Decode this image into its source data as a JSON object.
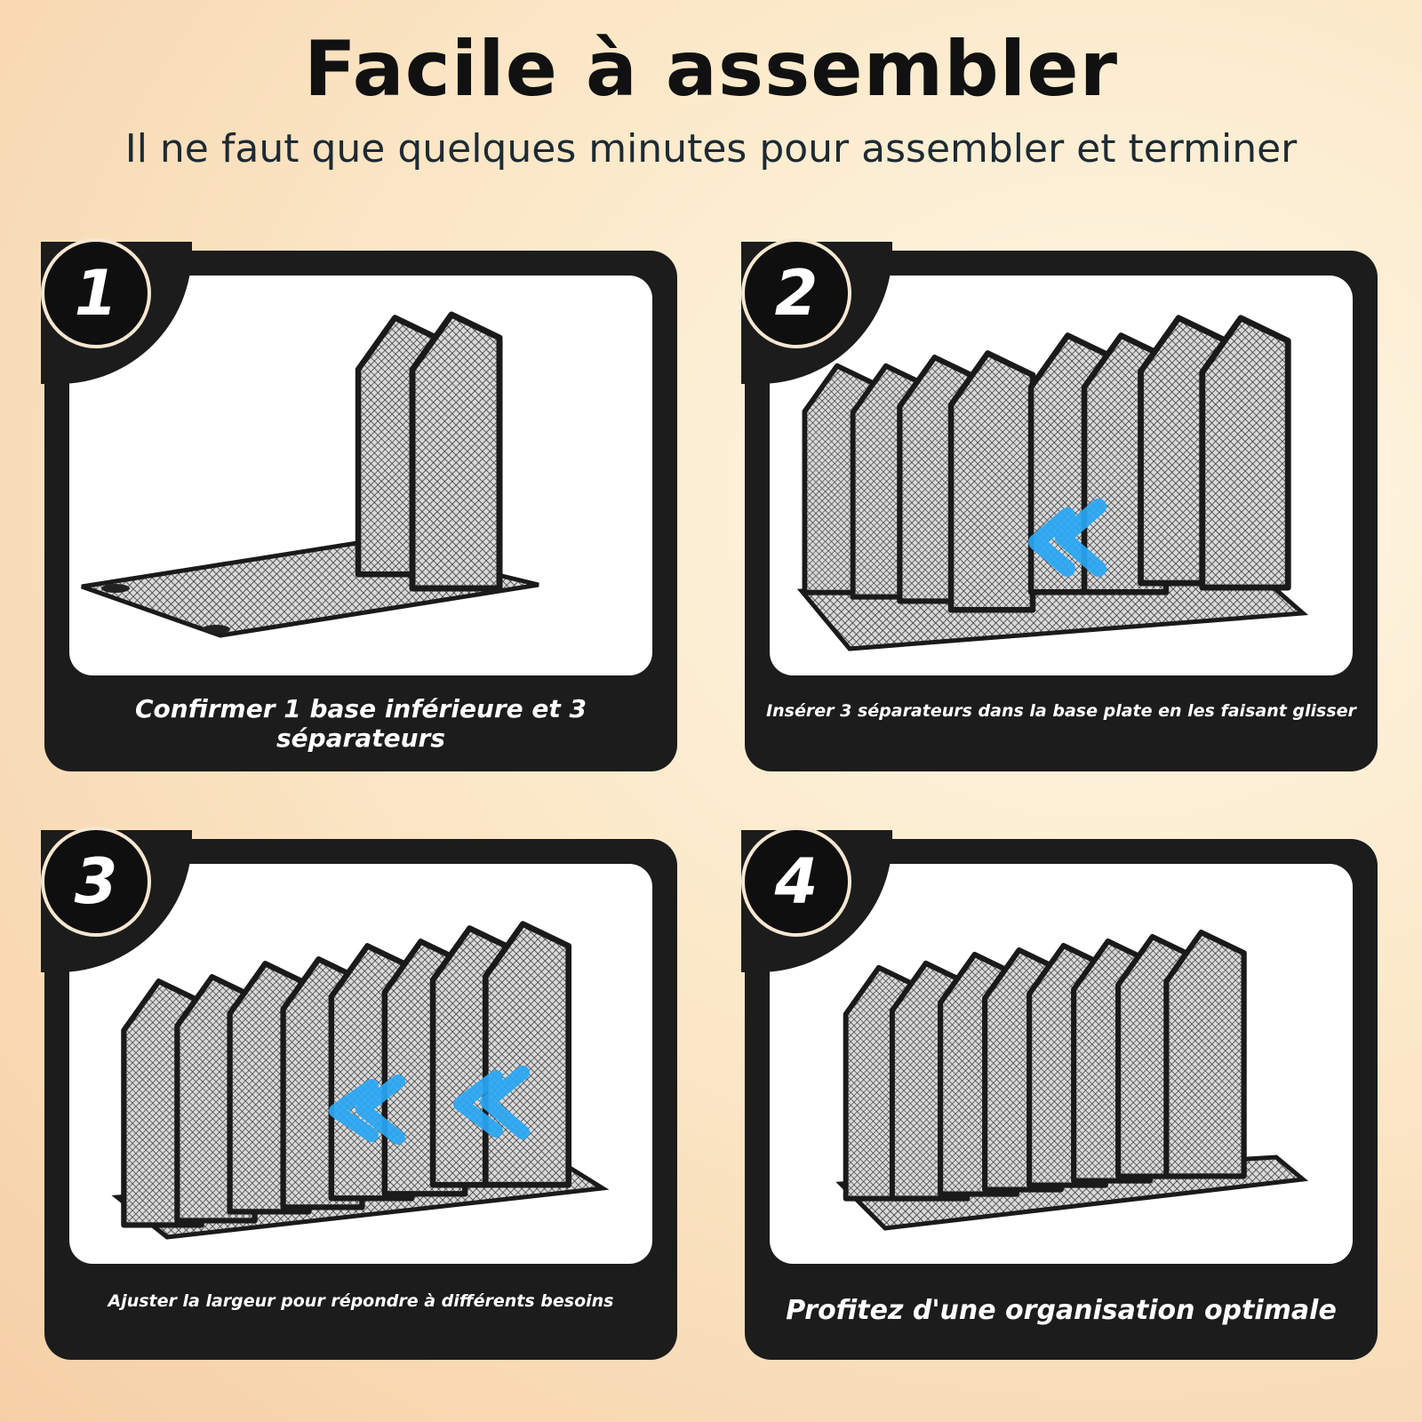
{
  "header": {
    "title": "Facile à assembler",
    "subtitle": "Il ne faut que quelques minutes pour assembler et terminer"
  },
  "steps": [
    {
      "number": "1",
      "caption": "Confirmer 1 base inférieure et 3 séparateurs"
    },
    {
      "number": "2",
      "caption": "Insérer 3 séparateurs dans la base plate en les faisant glisser"
    },
    {
      "number": "3",
      "caption": "Ajuster la largeur pour répondre à différents besoins"
    },
    {
      "number": "4",
      "caption": "Profitez d'une organisation optimale"
    }
  ],
  "colors": {
    "card": "#1c1c1c",
    "arrow": "#2aa8f5",
    "mesh": "#3a3a3a"
  }
}
